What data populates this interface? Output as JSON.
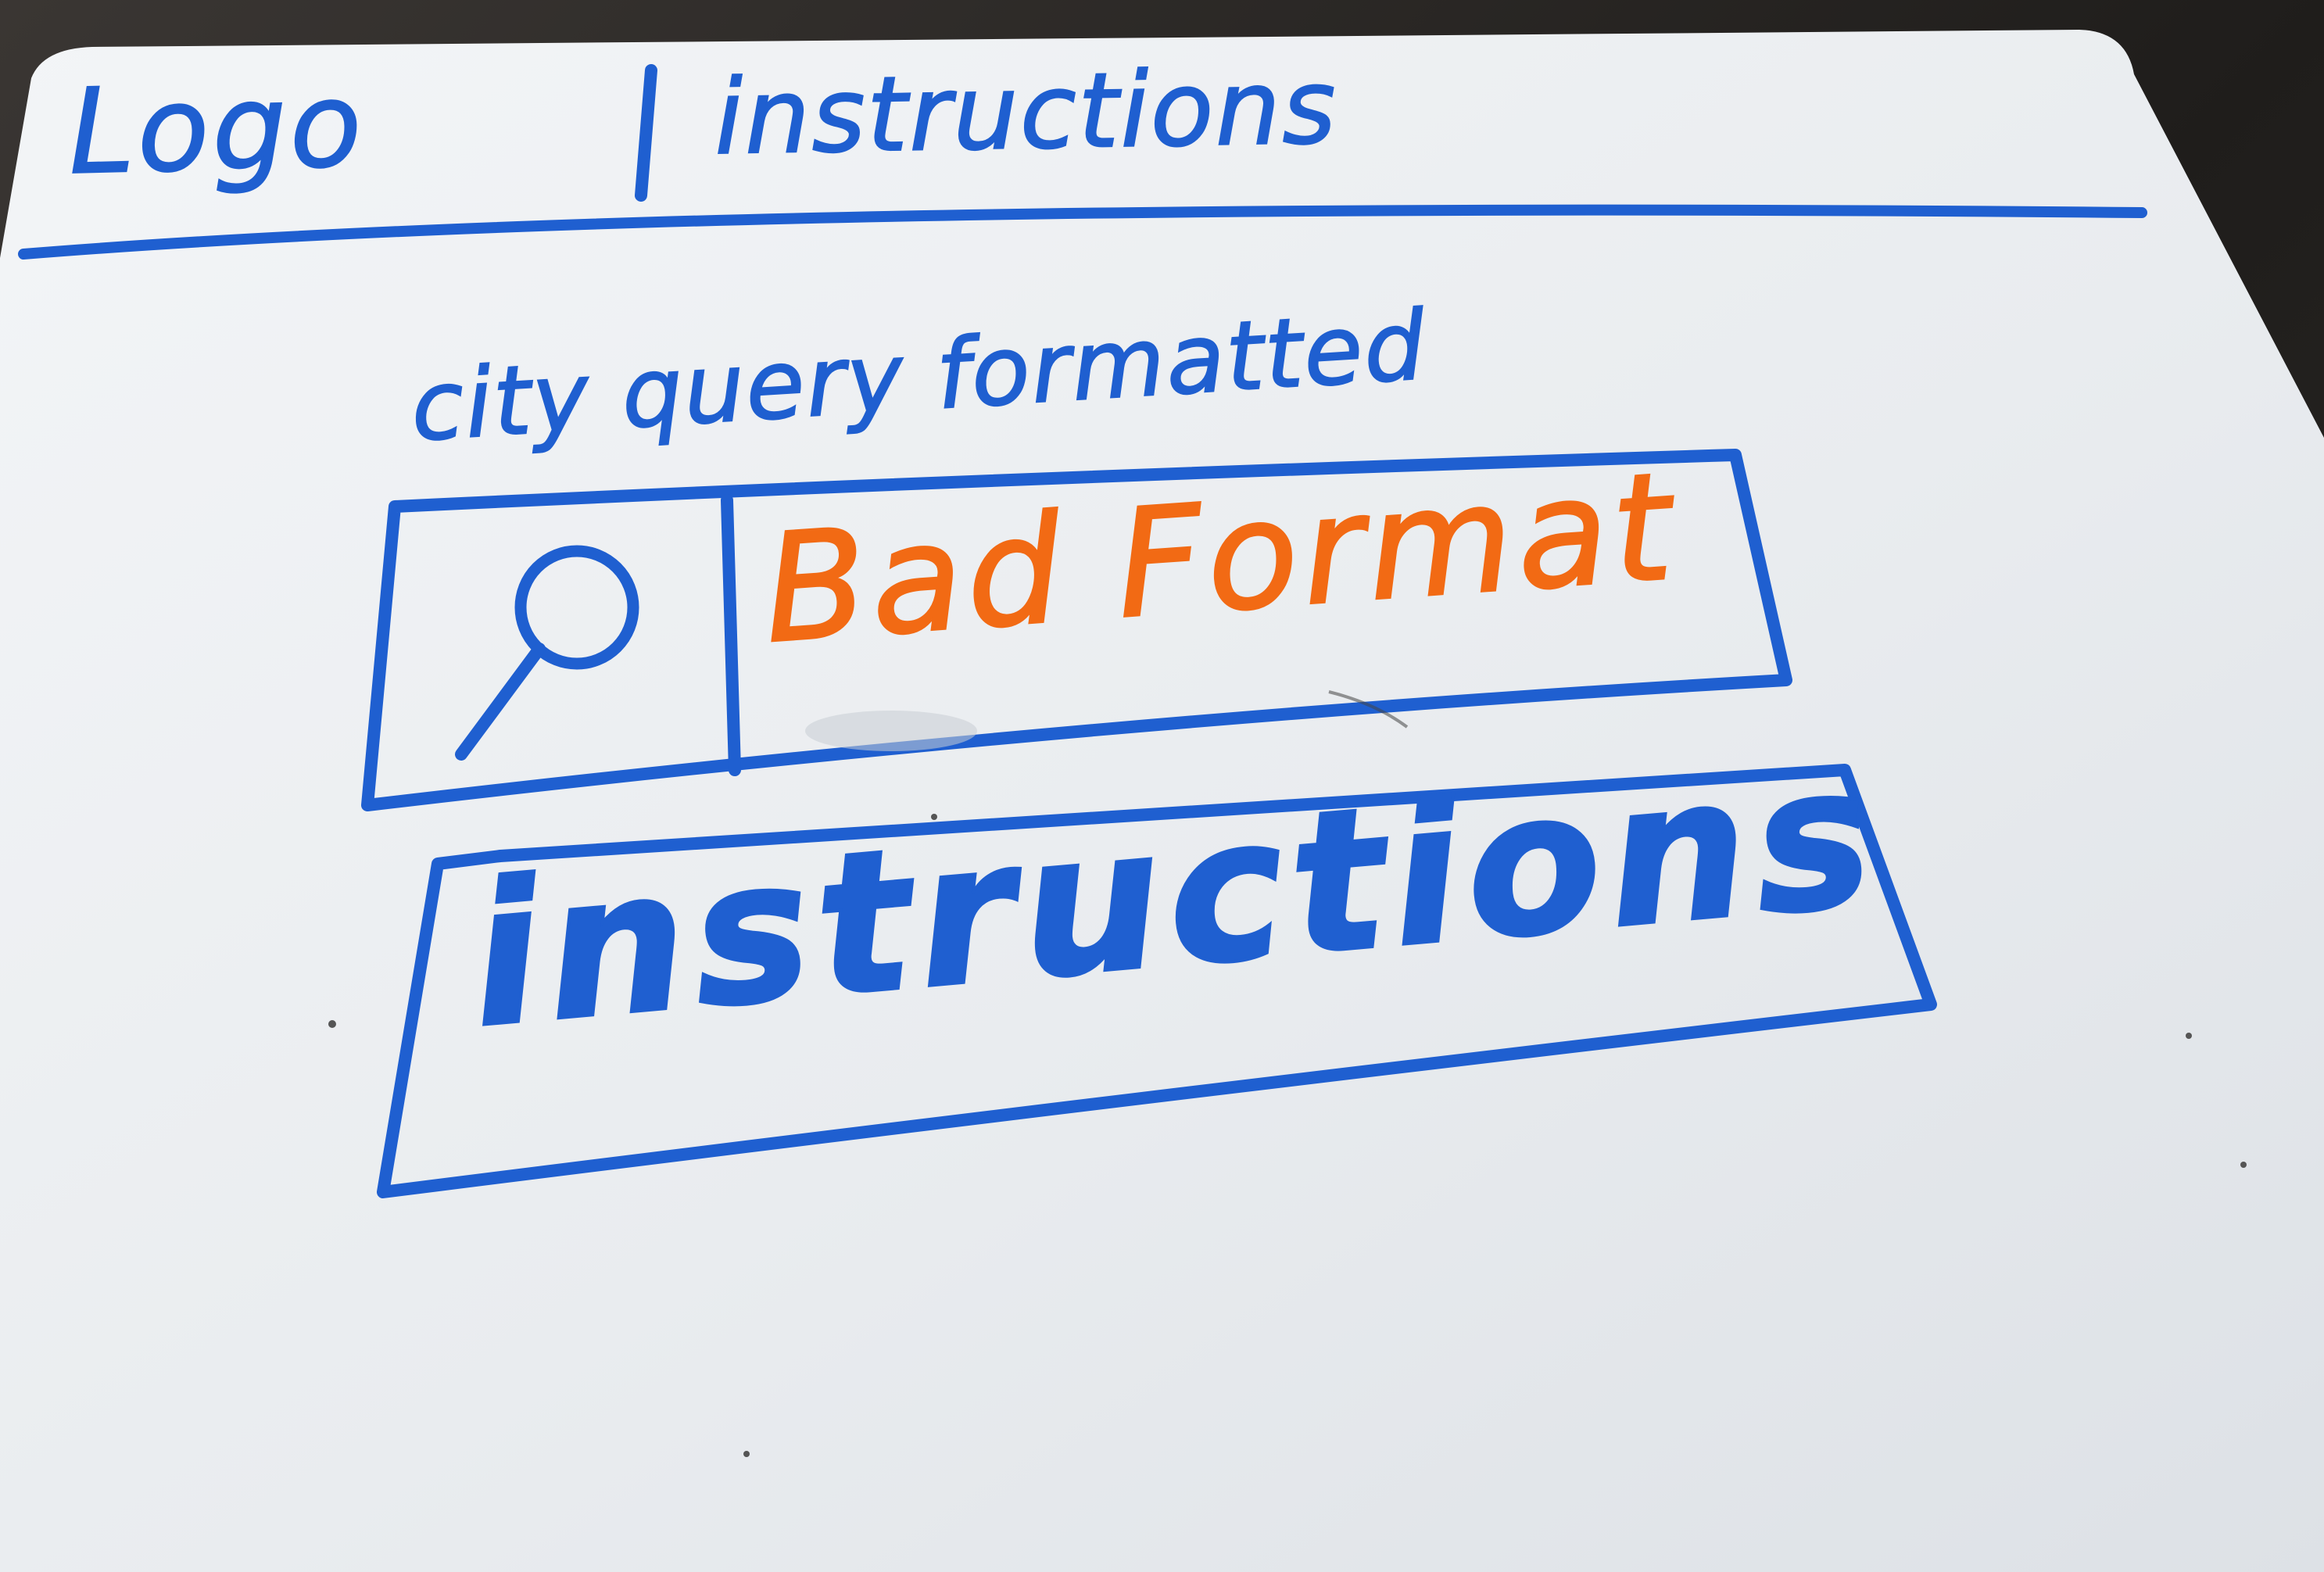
{
  "header": {
    "logo": "Logo",
    "nav_link": "instructions"
  },
  "search": {
    "label": "city query formatted",
    "icon": "search-icon",
    "error_message": "Bad Format"
  },
  "instructions_panel": {
    "text": "instructions"
  },
  "colors": {
    "marker_blue": "#1f5fd0",
    "marker_orange": "#f26a14",
    "board_white": "#eef0f3"
  }
}
